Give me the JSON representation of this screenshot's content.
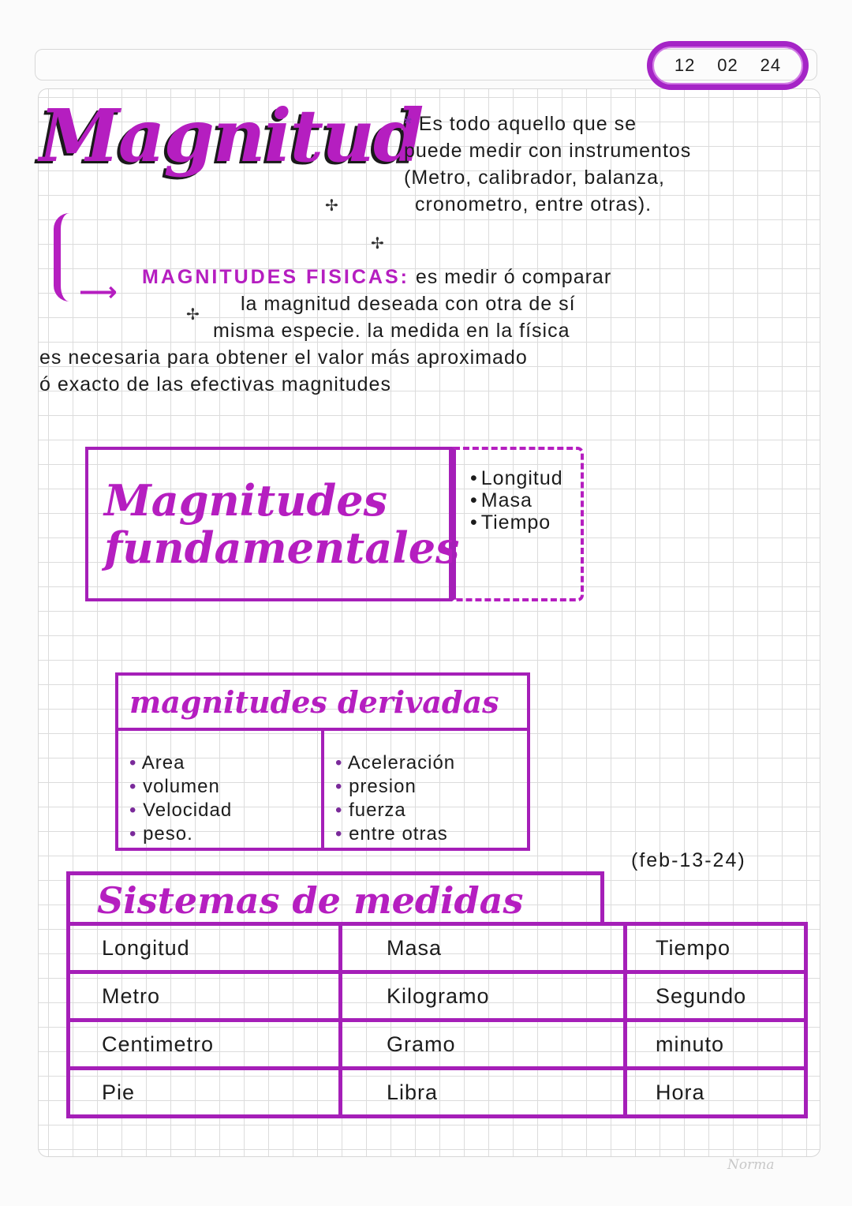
{
  "date_cloud": {
    "day": "12",
    "month": "02",
    "year": "24"
  },
  "title": "Magnitud",
  "definition": {
    "bullet_marker": "*",
    "lines": [
      "Es todo aquello que se",
      "puede medir con instrumentos",
      "(Metro, calibrador, balanza,",
      "cronometro, entre otras)."
    ]
  },
  "physics": {
    "label": "MAGNITUDES FISICAS:",
    "line1_rest": "es medir ó comparar",
    "line2": "la magnitud deseada con otra de sí",
    "line3": "misma especie. la medida en la física",
    "line4": "es necesaria para obtener el valor más aproximado",
    "line5": "ó exacto de las efectivas magnitudes"
  },
  "fundamentales": {
    "title_line1": "Magnitudes",
    "title_line2": "fundamentales",
    "items": [
      "Longitud",
      "Masa",
      "Tiempo"
    ]
  },
  "derivadas": {
    "title": "magnitudes derivadas",
    "left_items": [
      "Area",
      "volumen",
      "Velocidad",
      "peso."
    ],
    "right_items": [
      "Aceleración",
      "presion",
      "fuerza",
      "entre otras"
    ]
  },
  "date2": "(feb-13-24)",
  "sistemas": {
    "title": "Sistemas de medidas",
    "headers": [
      "Longitud",
      "Masa",
      "Tiempo"
    ],
    "rows": [
      [
        "Metro",
        "Kilogramo",
        "Segundo"
      ],
      [
        "Centimetro",
        "Gramo",
        "minuto"
      ],
      [
        "Pie",
        "Libra",
        "Hora"
      ]
    ]
  },
  "brand": "Norma",
  "colors": {
    "accent": "#b51ec0",
    "border": "#a51fb8",
    "ink": "#1c1c1c"
  }
}
